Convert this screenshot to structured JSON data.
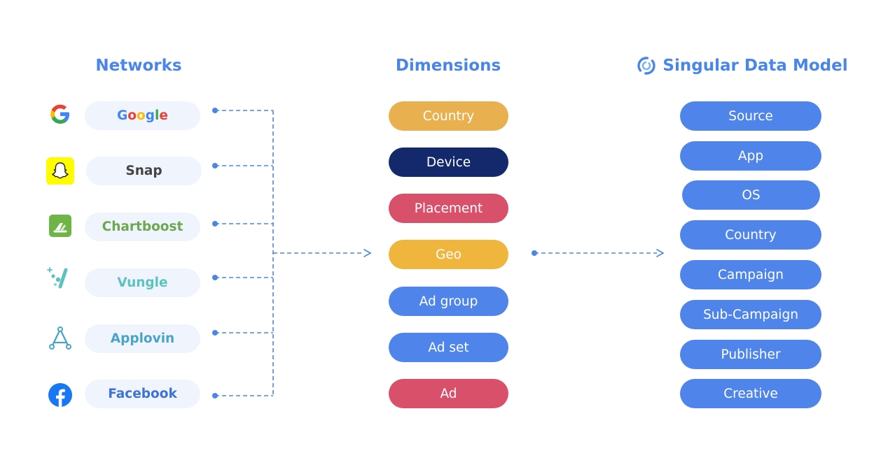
{
  "titles": {
    "networks": "Networks",
    "dimensions": "Dimensions",
    "model": "Singular Data Model"
  },
  "networks": [
    {
      "label": "Google",
      "icon": "google-icon",
      "color": "#4285f4"
    },
    {
      "label": "Snap",
      "icon": "snapchat-icon",
      "color": "#444444"
    },
    {
      "label": "Chartboost",
      "icon": "chartboost-icon",
      "color": "#6ba84f"
    },
    {
      "label": "Vungle",
      "icon": "vungle-icon",
      "color": "#5bc2bd"
    },
    {
      "label": "Applovin",
      "icon": "applovin-icon",
      "color": "#4aa3c8"
    },
    {
      "label": "Facebook",
      "icon": "facebook-icon",
      "color": "#3b73d9"
    }
  ],
  "dimensions": [
    {
      "label": "Country",
      "color": "#e8b04e"
    },
    {
      "label": "Device",
      "color": "#13296b"
    },
    {
      "label": "Placement",
      "color": "#d9506a"
    },
    {
      "label": "Geo",
      "color": "#f0b53c"
    },
    {
      "label": "Ad group",
      "color": "#4f85ea"
    },
    {
      "label": "Ad set",
      "color": "#4f85ea"
    },
    {
      "label": "Ad",
      "color": "#d9506a"
    }
  ],
  "model_fields": [
    "Source",
    "App",
    "OS",
    "Country",
    "Campaign",
    "Sub-Campaign",
    "Publisher",
    "Creative"
  ],
  "colors": {
    "accent": "#4a86e8",
    "connector": "#4a86e8",
    "pill_blue": "#4f85ea",
    "network_pill_bg": "#f0f4fc"
  }
}
